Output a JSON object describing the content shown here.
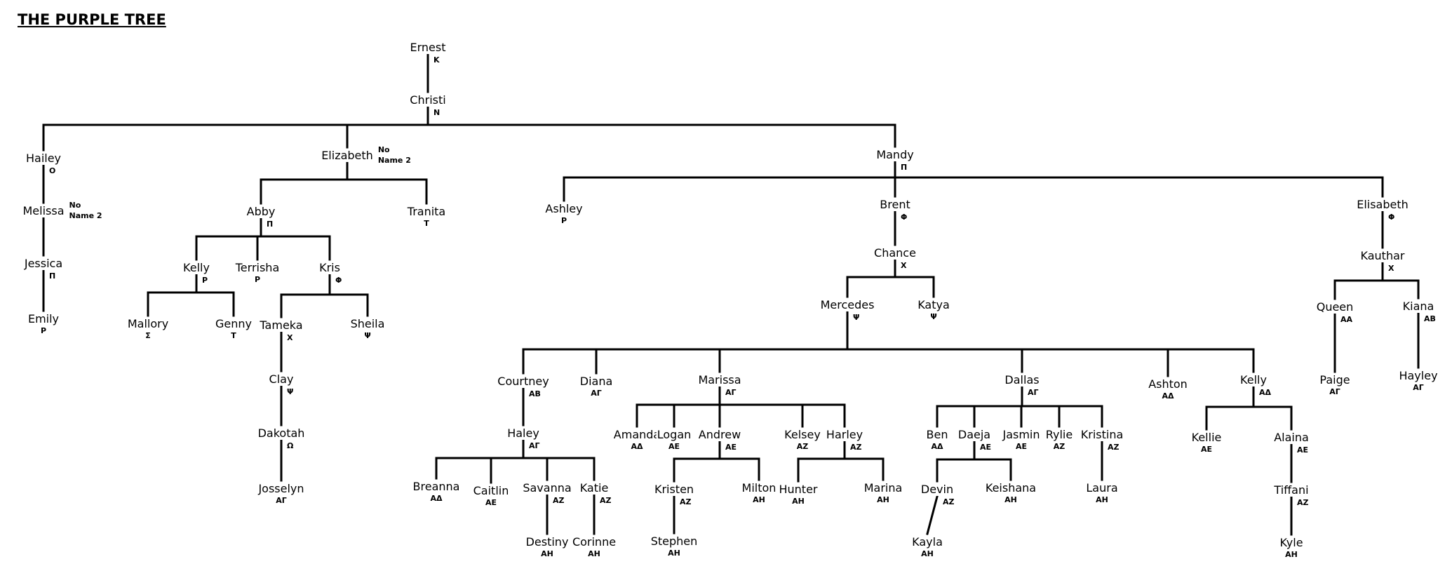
{
  "title": "THE PURPLE TREE",
  "line_color": "#000000",
  "text_color": "#000000",
  "background": "#ffffff",
  "members": [
    {
      "id": "ernest",
      "name": "Ernest",
      "letter": "Κ",
      "parent": null
    },
    {
      "id": "christi",
      "name": "Christi",
      "letter": "Ν",
      "parent": "ernest"
    },
    {
      "id": "hailey",
      "name": "Hailey",
      "letter": "Ο",
      "parent": "christi"
    },
    {
      "id": "melissa",
      "name": "Melissa",
      "letter": "",
      "note": [
        "No",
        "Name 2"
      ],
      "parent": "hailey"
    },
    {
      "id": "jessica",
      "name": "Jessica",
      "letter": "Π",
      "parent": "melissa"
    },
    {
      "id": "emily",
      "name": "Emily",
      "letter": "Ρ",
      "parent": "jessica"
    },
    {
      "id": "elizabeth",
      "name": "Elizabeth",
      "letter": "",
      "note": [
        "No",
        "Name 2"
      ],
      "parent": "christi"
    },
    {
      "id": "abby",
      "name": "Abby",
      "letter": "Π",
      "parent": "elizabeth"
    },
    {
      "id": "tranita",
      "name": "Tranita",
      "letter": "Τ",
      "parent": "elizabeth"
    },
    {
      "id": "kelly1",
      "name": "Kelly",
      "letter": "Ρ",
      "parent": "abby"
    },
    {
      "id": "terrisha",
      "name": "Terrisha",
      "letter": "Ρ",
      "parent": "abby"
    },
    {
      "id": "kris",
      "name": "Kris",
      "letter": "Φ",
      "parent": "abby"
    },
    {
      "id": "mallory",
      "name": "Mallory",
      "letter": "Σ",
      "parent": "kelly1"
    },
    {
      "id": "genny",
      "name": "Genny",
      "letter": "Τ",
      "parent": "kelly1"
    },
    {
      "id": "tameka",
      "name": "Tameka",
      "letter": "Χ",
      "parent": "kris"
    },
    {
      "id": "sheila",
      "name": "Sheila",
      "letter": "Ψ",
      "parent": "kris"
    },
    {
      "id": "clay",
      "name": "Clay",
      "letter": "Ψ",
      "parent": "tameka"
    },
    {
      "id": "dakotah",
      "name": "Dakotah",
      "letter": "Ω",
      "parent": "clay"
    },
    {
      "id": "josselyn",
      "name": "Josselyn",
      "letter": "ΑΓ",
      "parent": "dakotah"
    },
    {
      "id": "mandy",
      "name": "Mandy",
      "letter": "Π",
      "parent": "christi"
    },
    {
      "id": "ashley",
      "name": "Ashley",
      "letter": "Ρ",
      "parent": "mandy"
    },
    {
      "id": "brent",
      "name": "Brent",
      "letter": "Φ",
      "parent": "mandy"
    },
    {
      "id": "elisabeth",
      "name": "Elisabeth",
      "letter": "Φ",
      "parent": "mandy"
    },
    {
      "id": "chance",
      "name": "Chance",
      "letter": "Χ",
      "parent": "brent"
    },
    {
      "id": "mercedes",
      "name": "Mercedes",
      "letter": "Ψ",
      "parent": "chance"
    },
    {
      "id": "katya",
      "name": "Katya",
      "letter": "Ψ",
      "parent": "chance"
    },
    {
      "id": "courtney",
      "name": "Courtney",
      "letter": "ΑΒ",
      "parent": "mercedes"
    },
    {
      "id": "diana",
      "name": "Diana",
      "letter": "ΑΓ",
      "parent": "mercedes"
    },
    {
      "id": "marissa",
      "name": "Marissa",
      "letter": "ΑΓ",
      "parent": "mercedes"
    },
    {
      "id": "dallas",
      "name": "Dallas",
      "letter": "ΑΓ",
      "parent": "mercedes"
    },
    {
      "id": "ashton",
      "name": "Ashton",
      "letter": "ΑΔ",
      "parent": "mercedes"
    },
    {
      "id": "kelly2",
      "name": "Kelly",
      "letter": "ΑΔ",
      "parent": "mercedes"
    },
    {
      "id": "haley",
      "name": "Haley",
      "letter": "ΑΓ",
      "parent": "courtney"
    },
    {
      "id": "breanna",
      "name": "Breanna",
      "letter": "ΑΔ",
      "parent": "haley"
    },
    {
      "id": "caitlin",
      "name": "Caitlin",
      "letter": "ΑΕ",
      "parent": "haley"
    },
    {
      "id": "savanna",
      "name": "Savanna",
      "letter": "ΑΖ",
      "parent": "haley"
    },
    {
      "id": "katie",
      "name": "Katie",
      "letter": "ΑΖ",
      "parent": "haley"
    },
    {
      "id": "destiny",
      "name": "Destiny",
      "letter": "ΑΗ",
      "parent": "savanna"
    },
    {
      "id": "corinne",
      "name": "Corinne",
      "letter": "ΑΗ",
      "parent": "katie"
    },
    {
      "id": "amanda",
      "name": "Amanda",
      "letter": "ΑΔ",
      "parent": "marissa"
    },
    {
      "id": "logan",
      "name": "Logan",
      "letter": "ΑΕ",
      "parent": "marissa"
    },
    {
      "id": "andrew",
      "name": "Andrew",
      "letter": "ΑΕ",
      "parent": "marissa"
    },
    {
      "id": "kelsey",
      "name": "Kelsey",
      "letter": "ΑΖ",
      "parent": "marissa"
    },
    {
      "id": "harley",
      "name": "Harley",
      "letter": "ΑΖ",
      "parent": "marissa"
    },
    {
      "id": "kristen",
      "name": "Kristen",
      "letter": "ΑΖ",
      "parent": "andrew"
    },
    {
      "id": "milton",
      "name": "Milton",
      "letter": "ΑΗ",
      "parent": "andrew"
    },
    {
      "id": "stephen",
      "name": "Stephen",
      "letter": "ΑΗ",
      "parent": "kristen"
    },
    {
      "id": "hunter",
      "name": "Hunter",
      "letter": "ΑΗ",
      "parent": "harley"
    },
    {
      "id": "marina",
      "name": "Marina",
      "letter": "ΑΗ",
      "parent": "harley"
    },
    {
      "id": "ben",
      "name": "Ben",
      "letter": "ΑΔ",
      "parent": "dallas"
    },
    {
      "id": "daeja",
      "name": "Daeja",
      "letter": "ΑΕ",
      "parent": "dallas"
    },
    {
      "id": "jasmin",
      "name": "Jasmin",
      "letter": "ΑΕ",
      "parent": "dallas"
    },
    {
      "id": "rylie",
      "name": "Rylie",
      "letter": "ΑΖ",
      "parent": "dallas"
    },
    {
      "id": "kristina",
      "name": "Kristina",
      "letter": "ΑΖ",
      "parent": "dallas"
    },
    {
      "id": "devin",
      "name": "Devin",
      "letter": "ΑΖ",
      "parent": "daeja"
    },
    {
      "id": "keishana",
      "name": "Keishana",
      "letter": "ΑΗ",
      "parent": "daeja"
    },
    {
      "id": "kayla",
      "name": "Kayla",
      "letter": "ΑΗ",
      "parent": "devin"
    },
    {
      "id": "laura",
      "name": "Laura",
      "letter": "ΑΗ",
      "parent": "kristina"
    },
    {
      "id": "kellie",
      "name": "Kellie",
      "letter": "ΑΕ",
      "parent": "kelly2"
    },
    {
      "id": "alaina",
      "name": "Alaina",
      "letter": "ΑΕ",
      "parent": "kelly2"
    },
    {
      "id": "tiffani",
      "name": "Tiffani",
      "letter": "ΑΖ",
      "parent": "alaina"
    },
    {
      "id": "kyle",
      "name": "Kyle",
      "letter": "ΑΗ",
      "parent": "tiffani"
    },
    {
      "id": "kauthar",
      "name": "Kauthar",
      "letter": "Χ",
      "parent": "elisabeth"
    },
    {
      "id": "queen",
      "name": "Queen",
      "letter": "ΑΑ",
      "parent": "kauthar"
    },
    {
      "id": "kiana",
      "name": "Kiana",
      "letter": "ΑΒ",
      "parent": "kauthar"
    },
    {
      "id": "paige",
      "name": "Paige",
      "letter": "ΑΓ",
      "parent": "queen"
    },
    {
      "id": "hayley",
      "name": "Hayley",
      "letter": "ΑΓ",
      "parent": "kiana"
    }
  ]
}
